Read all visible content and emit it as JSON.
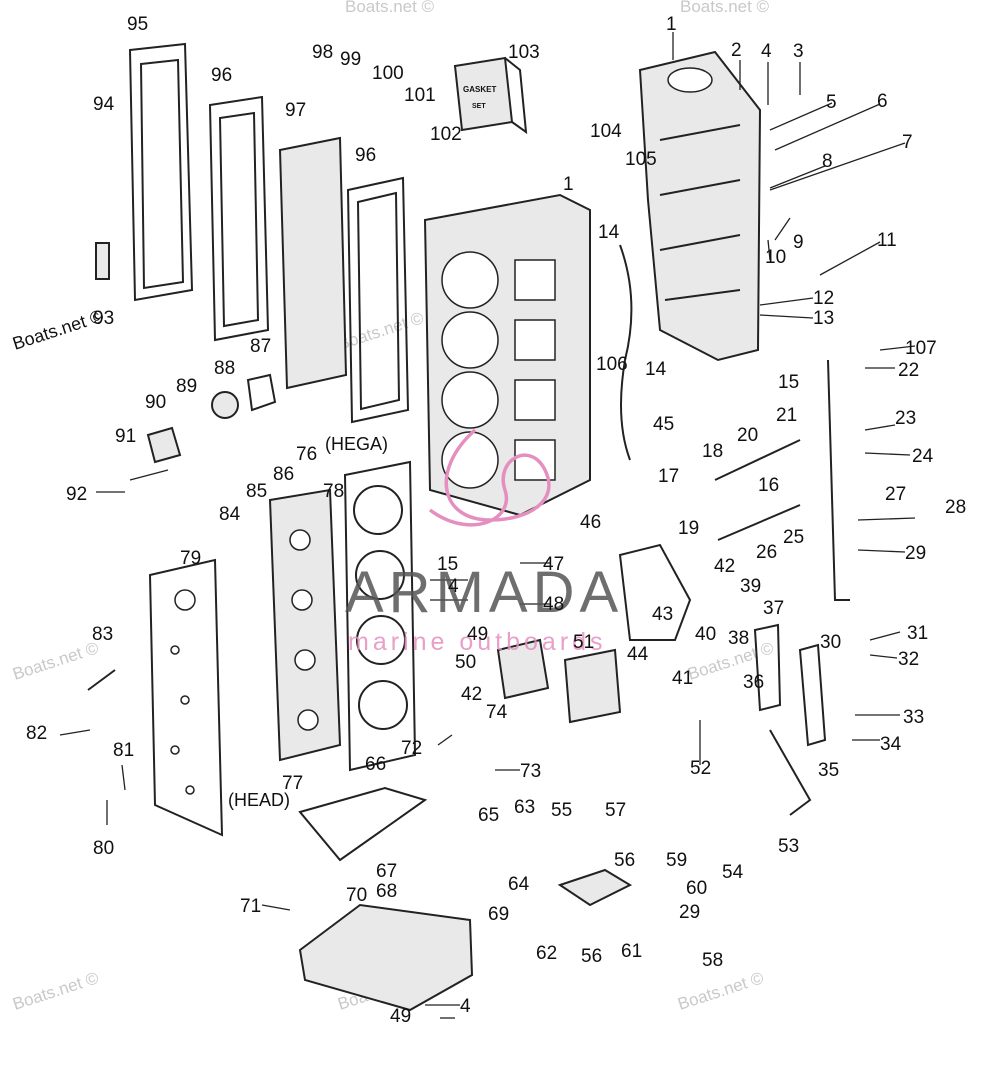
{
  "brand": {
    "name": "ARMADA",
    "tagline": "marine outboards",
    "accent": "#e48fbf",
    "text_color": "#555555"
  },
  "watermark": "Boats.net ©",
  "captions": {
    "hega": "(HEGA)",
    "head": "(HEAD)"
  },
  "box_labels": {
    "line1": "GASKET",
    "line2": "SET"
  },
  "callouts": [
    {
      "id": "1a",
      "text": "1"
    },
    {
      "id": "1b",
      "text": "1"
    },
    {
      "id": "2",
      "text": "2"
    },
    {
      "id": "3",
      "text": "3"
    },
    {
      "id": "4a",
      "text": "4"
    },
    {
      "id": "4b",
      "text": "4"
    },
    {
      "id": "4c",
      "text": "4"
    },
    {
      "id": "5",
      "text": "5"
    },
    {
      "id": "6",
      "text": "6"
    },
    {
      "id": "7",
      "text": "7"
    },
    {
      "id": "8",
      "text": "8"
    },
    {
      "id": "9",
      "text": "9"
    },
    {
      "id": "10",
      "text": "10"
    },
    {
      "id": "11",
      "text": "11"
    },
    {
      "id": "12",
      "text": "12"
    },
    {
      "id": "13",
      "text": "13"
    },
    {
      "id": "14a",
      "text": "14"
    },
    {
      "id": "14b",
      "text": "14"
    },
    {
      "id": "15a",
      "text": "15"
    },
    {
      "id": "15b",
      "text": "15"
    },
    {
      "id": "16",
      "text": "16"
    },
    {
      "id": "17",
      "text": "17"
    },
    {
      "id": "18",
      "text": "18"
    },
    {
      "id": "19",
      "text": "19"
    },
    {
      "id": "20",
      "text": "20"
    },
    {
      "id": "21",
      "text": "21"
    },
    {
      "id": "22",
      "text": "22"
    },
    {
      "id": "23",
      "text": "23"
    },
    {
      "id": "24",
      "text": "24"
    },
    {
      "id": "25",
      "text": "25"
    },
    {
      "id": "26",
      "text": "26"
    },
    {
      "id": "27",
      "text": "27"
    },
    {
      "id": "28",
      "text": "28"
    },
    {
      "id": "29a",
      "text": "29"
    },
    {
      "id": "29b",
      "text": "29"
    },
    {
      "id": "30",
      "text": "30"
    },
    {
      "id": "31",
      "text": "31"
    },
    {
      "id": "32",
      "text": "32"
    },
    {
      "id": "33",
      "text": "33"
    },
    {
      "id": "34",
      "text": "34"
    },
    {
      "id": "35",
      "text": "35"
    },
    {
      "id": "36",
      "text": "36"
    },
    {
      "id": "37",
      "text": "37"
    },
    {
      "id": "38",
      "text": "38"
    },
    {
      "id": "39",
      "text": "39"
    },
    {
      "id": "40",
      "text": "40"
    },
    {
      "id": "41",
      "text": "41"
    },
    {
      "id": "42a",
      "text": "42"
    },
    {
      "id": "42b",
      "text": "42"
    },
    {
      "id": "43",
      "text": "43"
    },
    {
      "id": "44",
      "text": "44"
    },
    {
      "id": "45",
      "text": "45"
    },
    {
      "id": "46",
      "text": "46"
    },
    {
      "id": "47",
      "text": "47"
    },
    {
      "id": "48",
      "text": "48"
    },
    {
      "id": "49a",
      "text": "49"
    },
    {
      "id": "49b",
      "text": "49"
    },
    {
      "id": "50",
      "text": "50"
    },
    {
      "id": "51",
      "text": "51"
    },
    {
      "id": "52",
      "text": "52"
    },
    {
      "id": "53",
      "text": "53"
    },
    {
      "id": "54",
      "text": "54"
    },
    {
      "id": "55",
      "text": "55"
    },
    {
      "id": "56a",
      "text": "56"
    },
    {
      "id": "56b",
      "text": "56"
    },
    {
      "id": "57",
      "text": "57"
    },
    {
      "id": "58",
      "text": "58"
    },
    {
      "id": "59",
      "text": "59"
    },
    {
      "id": "60",
      "text": "60"
    },
    {
      "id": "61",
      "text": "61"
    },
    {
      "id": "62",
      "text": "62"
    },
    {
      "id": "63",
      "text": "63"
    },
    {
      "id": "64",
      "text": "64"
    },
    {
      "id": "65",
      "text": "65"
    },
    {
      "id": "66",
      "text": "66"
    },
    {
      "id": "67",
      "text": "67"
    },
    {
      "id": "68",
      "text": "68"
    },
    {
      "id": "69",
      "text": "69"
    },
    {
      "id": "70",
      "text": "70"
    },
    {
      "id": "71",
      "text": "71"
    },
    {
      "id": "72",
      "text": "72"
    },
    {
      "id": "73",
      "text": "73"
    },
    {
      "id": "74",
      "text": "74"
    },
    {
      "id": "76",
      "text": "76"
    },
    {
      "id": "77",
      "text": "77"
    },
    {
      "id": "78",
      "text": "78"
    },
    {
      "id": "79",
      "text": "79"
    },
    {
      "id": "80",
      "text": "80"
    },
    {
      "id": "81",
      "text": "81"
    },
    {
      "id": "82",
      "text": "82"
    },
    {
      "id": "83",
      "text": "83"
    },
    {
      "id": "84",
      "text": "84"
    },
    {
      "id": "85",
      "text": "85"
    },
    {
      "id": "86",
      "text": "86"
    },
    {
      "id": "87",
      "text": "87"
    },
    {
      "id": "88",
      "text": "88"
    },
    {
      "id": "89",
      "text": "89"
    },
    {
      "id": "90",
      "text": "90"
    },
    {
      "id": "91",
      "text": "91"
    },
    {
      "id": "92",
      "text": "92"
    },
    {
      "id": "93",
      "text": "93"
    },
    {
      "id": "94",
      "text": "94"
    },
    {
      "id": "95",
      "text": "95"
    },
    {
      "id": "96a",
      "text": "96"
    },
    {
      "id": "96b",
      "text": "96"
    },
    {
      "id": "97",
      "text": "97"
    },
    {
      "id": "98",
      "text": "98"
    },
    {
      "id": "99",
      "text": "99"
    },
    {
      "id": "100",
      "text": "100"
    },
    {
      "id": "101",
      "text": "101"
    },
    {
      "id": "102",
      "text": "102"
    },
    {
      "id": "103",
      "text": "103"
    },
    {
      "id": "104",
      "text": "104"
    },
    {
      "id": "105",
      "text": "105"
    },
    {
      "id": "106",
      "text": "106"
    },
    {
      "id": "107",
      "text": "107"
    }
  ]
}
